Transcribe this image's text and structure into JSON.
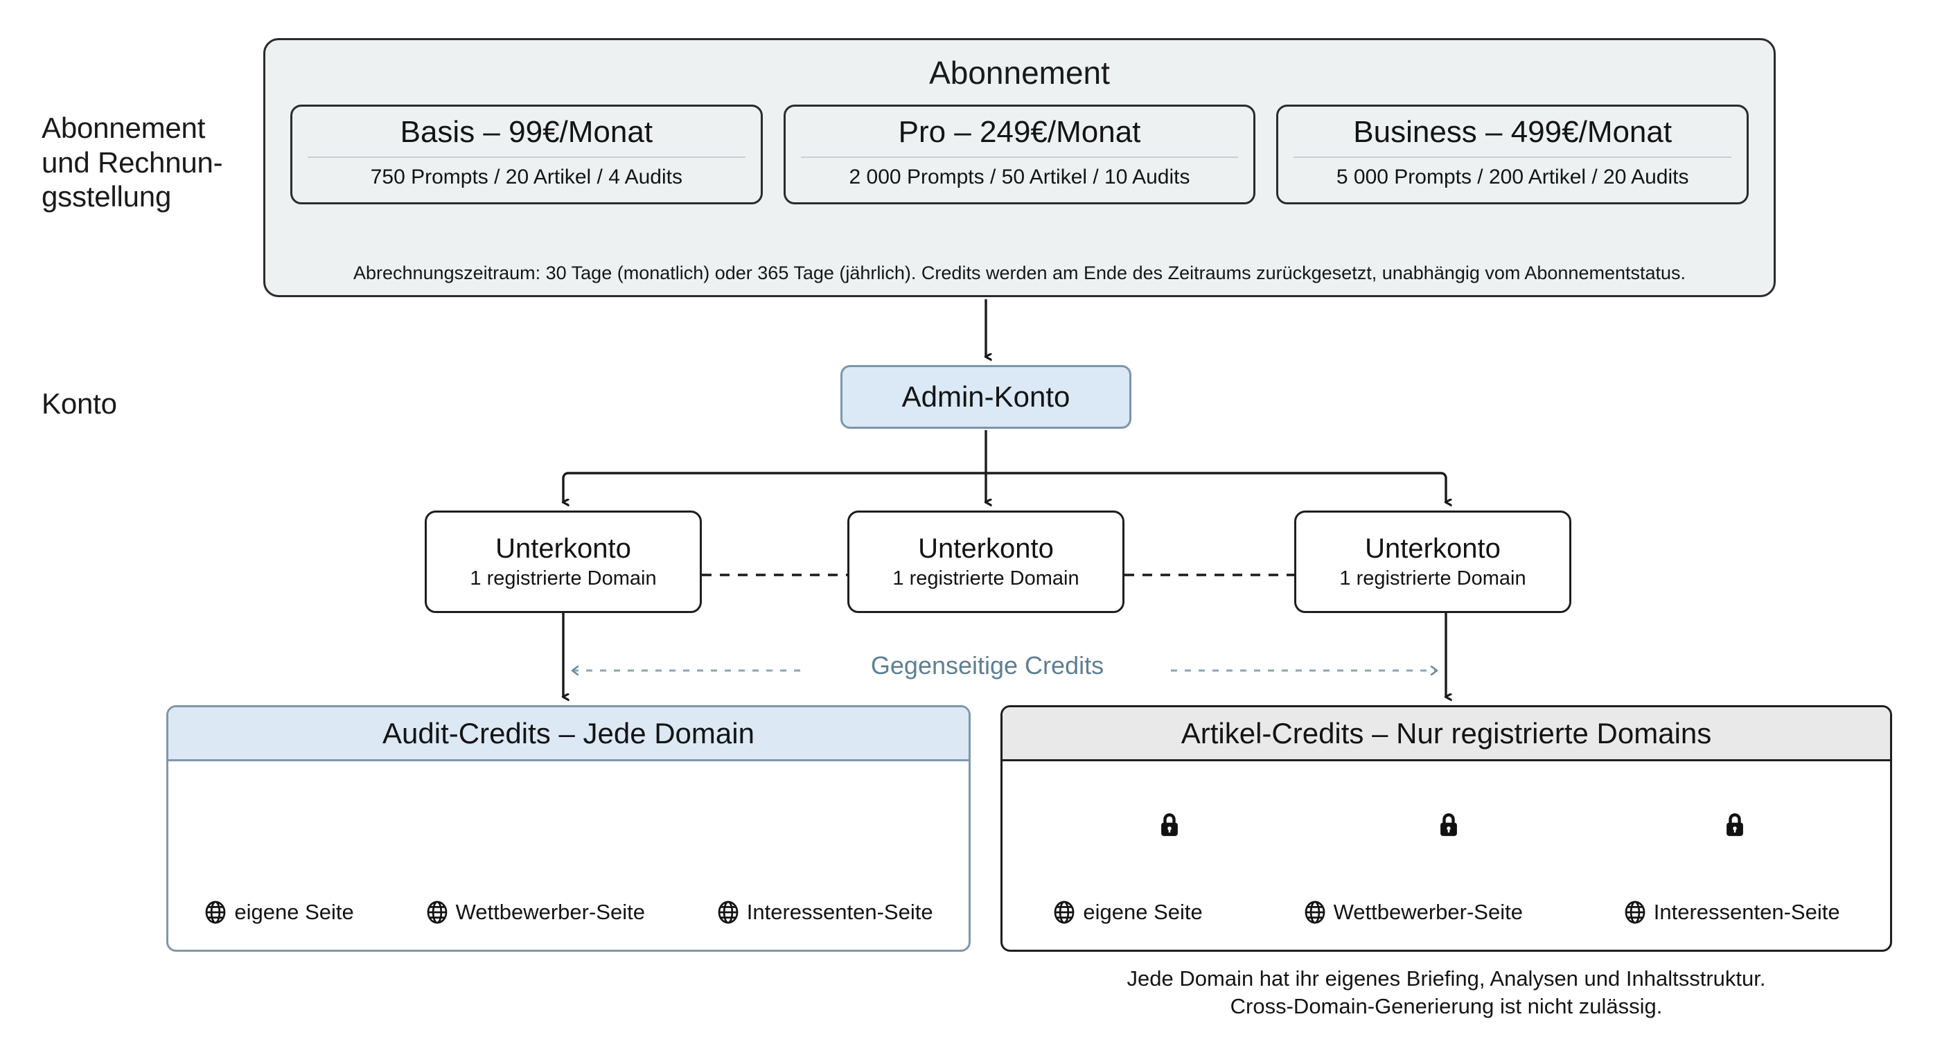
{
  "lanes": {
    "billing_label_line1": "Abonnement",
    "billing_label_line2": "und Rechnun-",
    "billing_label_line3": "gsstellung",
    "account_label": "Konto"
  },
  "subscription": {
    "title": "Abonnement",
    "plans": [
      {
        "name": "Basis – 99€/Monat",
        "quota": "750 Prompts / 20 Artikel / 4 Audits",
        "price": "99€",
        "period": "Monat",
        "prompts": 750,
        "articles": 20,
        "audits": 4
      },
      {
        "name": "Pro – 249€/Monat",
        "quota": "2 000 Prompts / 50 Artikel / 10 Audits",
        "price": "249€",
        "period": "Monat",
        "prompts": 2000,
        "articles": 50,
        "audits": 10
      },
      {
        "name": "Business – 499€/Monat",
        "quota": "5 000 Prompts / 200 Artikel / 20 Audits",
        "price": "499€",
        "period": "Monat",
        "prompts": 5000,
        "articles": 200,
        "audits": 20
      }
    ],
    "billing_note": "Abrechnungszeitraum: 30 Tage (monatlich) oder 365 Tage (jährlich). Credits werden am Ende des Zeitraums zurückgesetzt, unabhängig vom Abonnementstatus."
  },
  "admin": {
    "label": "Admin-Konto"
  },
  "subaccounts": [
    {
      "title": "Unterkonto",
      "subtitle": "1 registrierte Domain"
    },
    {
      "title": "Unterkonto",
      "subtitle": "1 registrierte Domain"
    },
    {
      "title": "Unterkonto",
      "subtitle": "1 registrierte Domain"
    }
  ],
  "mutual_credits_label": "Gegenseitige Credits",
  "panels": {
    "audit": {
      "header": "Audit-Credits – Jede Domain",
      "leaves": [
        {
          "icon": "globe-icon",
          "label": "eigene Seite"
        },
        {
          "icon": "globe-icon",
          "label": "Wettbewerber-Seite"
        },
        {
          "icon": "globe-icon",
          "label": "Interessenten-Seite"
        }
      ]
    },
    "article": {
      "header": "Artikel-Credits – Nur registrierte Domains",
      "leaves": [
        {
          "icon": "globe-icon",
          "label": "eigene Seite",
          "lock": "lock-icon"
        },
        {
          "icon": "globe-icon",
          "label": "Wettbewerber-Seite",
          "lock": "lock-icon"
        },
        {
          "icon": "globe-icon",
          "label": "Interessenten-Seite",
          "lock": "lock-icon"
        }
      ]
    }
  },
  "footer_note_line1": "Jede Domain hat ihr eigenes Briefing, Analysen und Inhaltsstruktur.",
  "footer_note_line2": "Cross-Domain-Generierung ist nicht zulässig.",
  "colors": {
    "accent_blue_fill": "#dbe8f6",
    "accent_blue_border": "#7d95ab",
    "panel_gray_fill": "#e9e9e9",
    "card_fill": "#eef1f2",
    "mutual_credits_text": "#5e7f93",
    "stroke_dark": "#1e1e1e"
  }
}
